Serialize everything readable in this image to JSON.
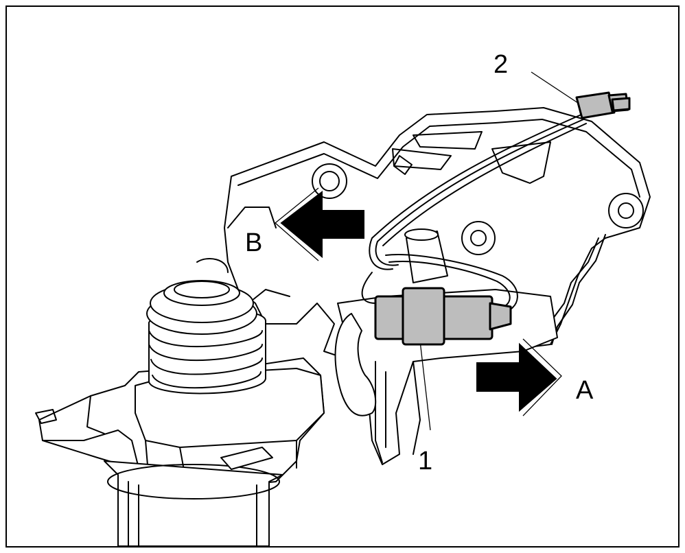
{
  "diagram": {
    "callouts": [
      {
        "id": "callout-1",
        "text": "1"
      },
      {
        "id": "callout-2",
        "text": "2"
      }
    ],
    "direction_labels": [
      {
        "id": "direction-a",
        "text": "A"
      },
      {
        "id": "direction-b",
        "text": "B"
      }
    ],
    "colors": {
      "line": "#000000",
      "background": "#ffffff",
      "highlight_part": "#bdbdbd"
    },
    "icons": [
      "arrow-right-icon",
      "arrow-left-icon"
    ]
  }
}
